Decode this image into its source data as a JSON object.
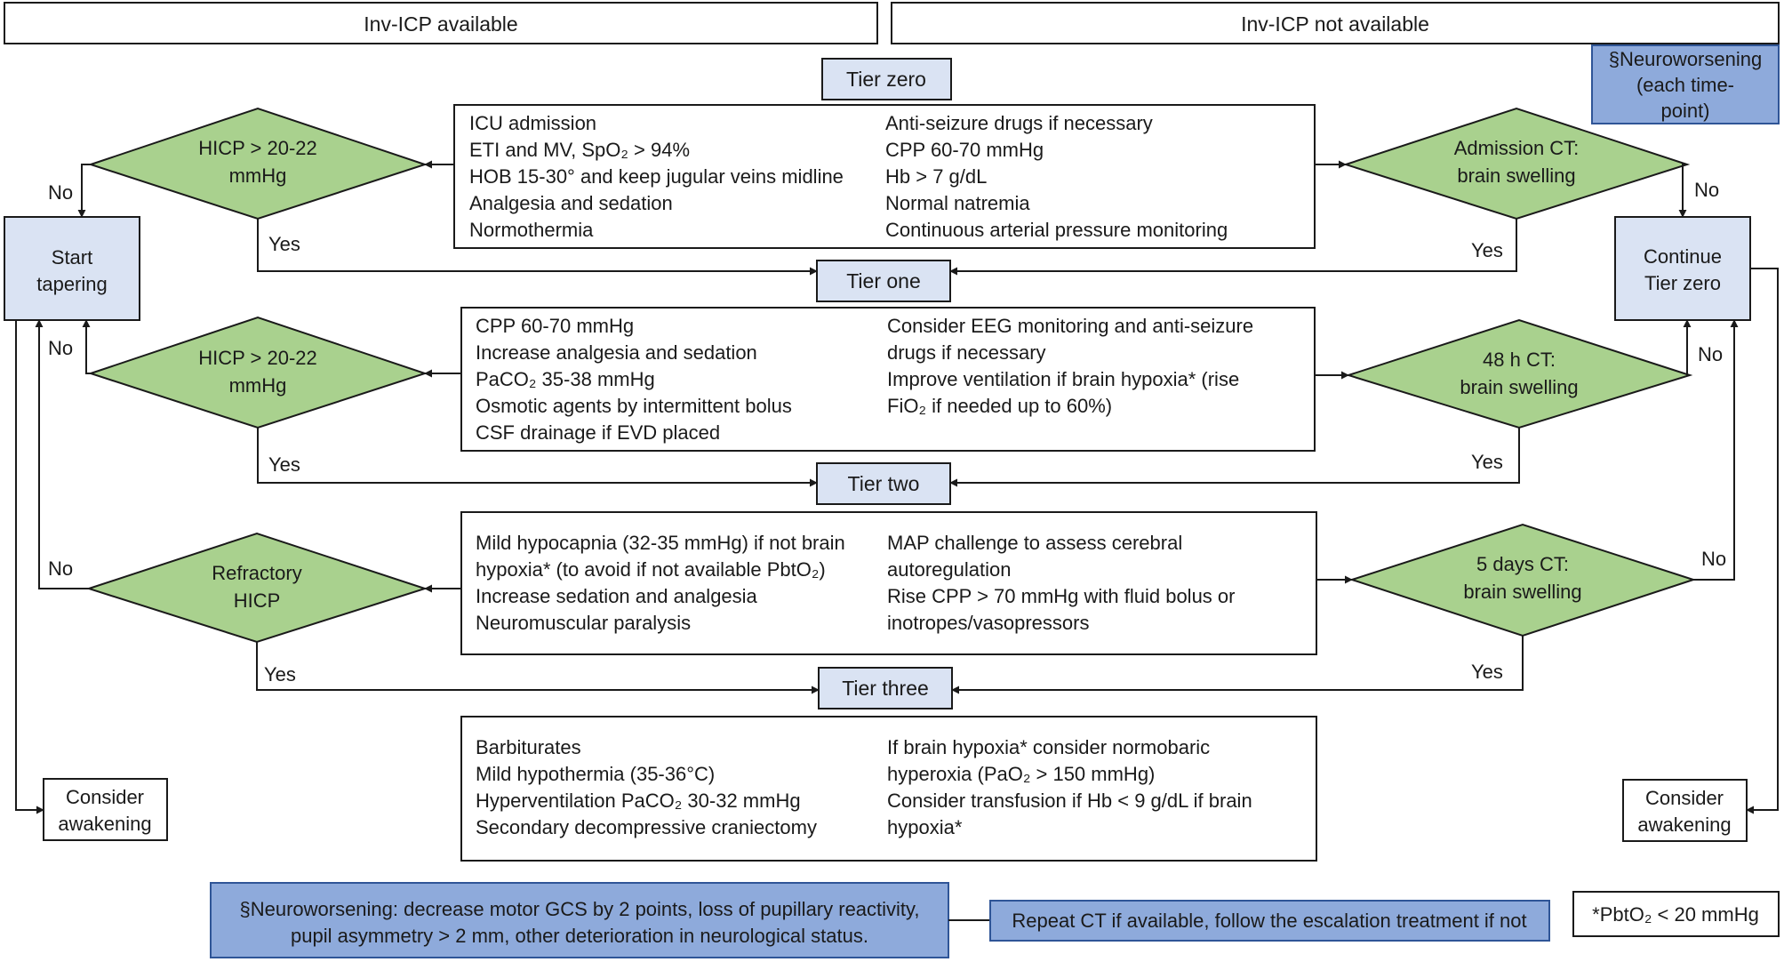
{
  "headers": {
    "left": "Inv-ICP available",
    "right": "Inv-ICP not available"
  },
  "neuroworsening_tag": [
    "§Neuroworsening",
    "(each time-",
    "point)"
  ],
  "tiers": {
    "zero": "Tier zero",
    "one": "Tier one",
    "two": "Tier two",
    "three": "Tier three"
  },
  "tier_zero_box": {
    "left": [
      "ICU admission",
      "ETI and MV, SpO₂ > 94%",
      "HOB 15-30° and keep jugular veins midline",
      "Analgesia and sedation",
      "Normothermia"
    ],
    "right": [
      "Anti-seizure drugs if necessary",
      "CPP 60-70 mmHg",
      "Hb > 7 g/dL",
      "Normal natremia",
      "Continuous arterial pressure monitoring"
    ]
  },
  "tier_one_box": {
    "left": [
      "CPP 60-70 mmHg",
      "Increase analgesia and sedation",
      "PaCO₂ 35-38 mmHg",
      "Osmotic agents by intermittent bolus",
      "CSF drainage if EVD placed"
    ],
    "right": [
      "Consider EEG monitoring and anti-seizure",
      "drugs if necessary",
      "Improve ventilation if brain hypoxia* (rise",
      "FiO₂ if needed up to 60%)"
    ]
  },
  "tier_two_box": {
    "left": [
      "Mild hypocapnia (32-35 mmHg) if not brain",
      "hypoxia* (to avoid if not available PbtO₂)",
      "Increase sedation and analgesia",
      "Neuromuscular paralysis"
    ],
    "right": [
      "MAP challenge to assess cerebral",
      "autoregulation",
      "Rise CPP > 70 mmHg with fluid bolus or",
      "inotropes/vasopressors"
    ]
  },
  "tier_three_box": {
    "left": [
      "Barbiturates",
      "Mild hypothermia (35-36°C)",
      "Hyperventilation PaCO₂ 30-32 mmHg",
      "Secondary decompressive craniectomy"
    ],
    "right": [
      "If brain hypoxia* consider normobaric",
      "hyperoxia (PaO₂ > 150 mmHg)",
      "Consider transfusion if Hb < 9 g/dL if brain",
      "hypoxia*"
    ]
  },
  "left_decisions": [
    [
      "HICP > 20-22",
      "mmHg"
    ],
    [
      "HICP > 20-22",
      "mmHg"
    ],
    [
      "Refractory",
      "HICP"
    ]
  ],
  "right_decisions": [
    [
      "Admission CT:",
      "brain swelling"
    ],
    [
      "48 h CT:",
      "brain swelling"
    ],
    [
      "5 days CT:",
      "brain swelling"
    ]
  ],
  "side_boxes": {
    "start_tapering": [
      "Start",
      "tapering"
    ],
    "continue_tier_zero": [
      "Continue",
      "Tier zero"
    ],
    "consider_awakening_left": [
      "Consider",
      "awakening"
    ],
    "consider_awakening_right": [
      "Consider",
      "awakening"
    ]
  },
  "branch_labels": {
    "yes": "Yes",
    "no": "No"
  },
  "footer": {
    "neuroworsening_def": [
      "§Neuroworsening: decrease motor GCS by 2 points, loss of pupillary reactivity,",
      "pupil asymmetry > 2 mm, other deterioration in neurological status."
    ],
    "repeat_ct": "Repeat CT if available, follow the escalation treatment if not",
    "pbto2_note": "*PbtO₂ < 20 mmHg"
  },
  "colors": {
    "tier_fill": "#dae3f3",
    "decision_fill": "#a9d18e",
    "highlight_fill": "#8eaadb",
    "highlight_stroke": "#2f5597",
    "line": "#1a1a1a"
  }
}
